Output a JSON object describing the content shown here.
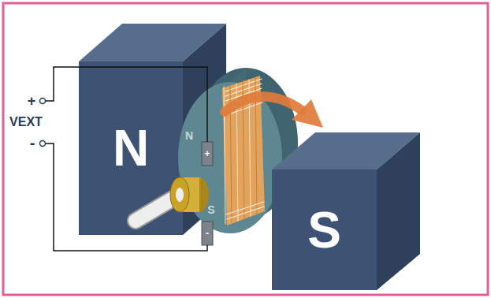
{
  "diagram": {
    "nodes": [
      {
        "text": [
          "N"
        ]
      },
      {
        "text": [
          "S"
        ]
      }
    ],
    "labels": [
      "+",
      "VEXT",
      "-",
      "N",
      "S",
      "+",
      "-"
    ]
  }
}
